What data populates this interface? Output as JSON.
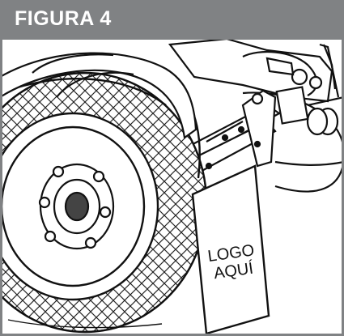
{
  "figure": {
    "header": {
      "title": "FIGURA 4",
      "background_color": "#808284",
      "text_color": "#ffffff"
    },
    "frame_color": "#808284",
    "mudflap_label": {
      "line1": "LOGO",
      "line2": "AQUÍ"
    }
  }
}
